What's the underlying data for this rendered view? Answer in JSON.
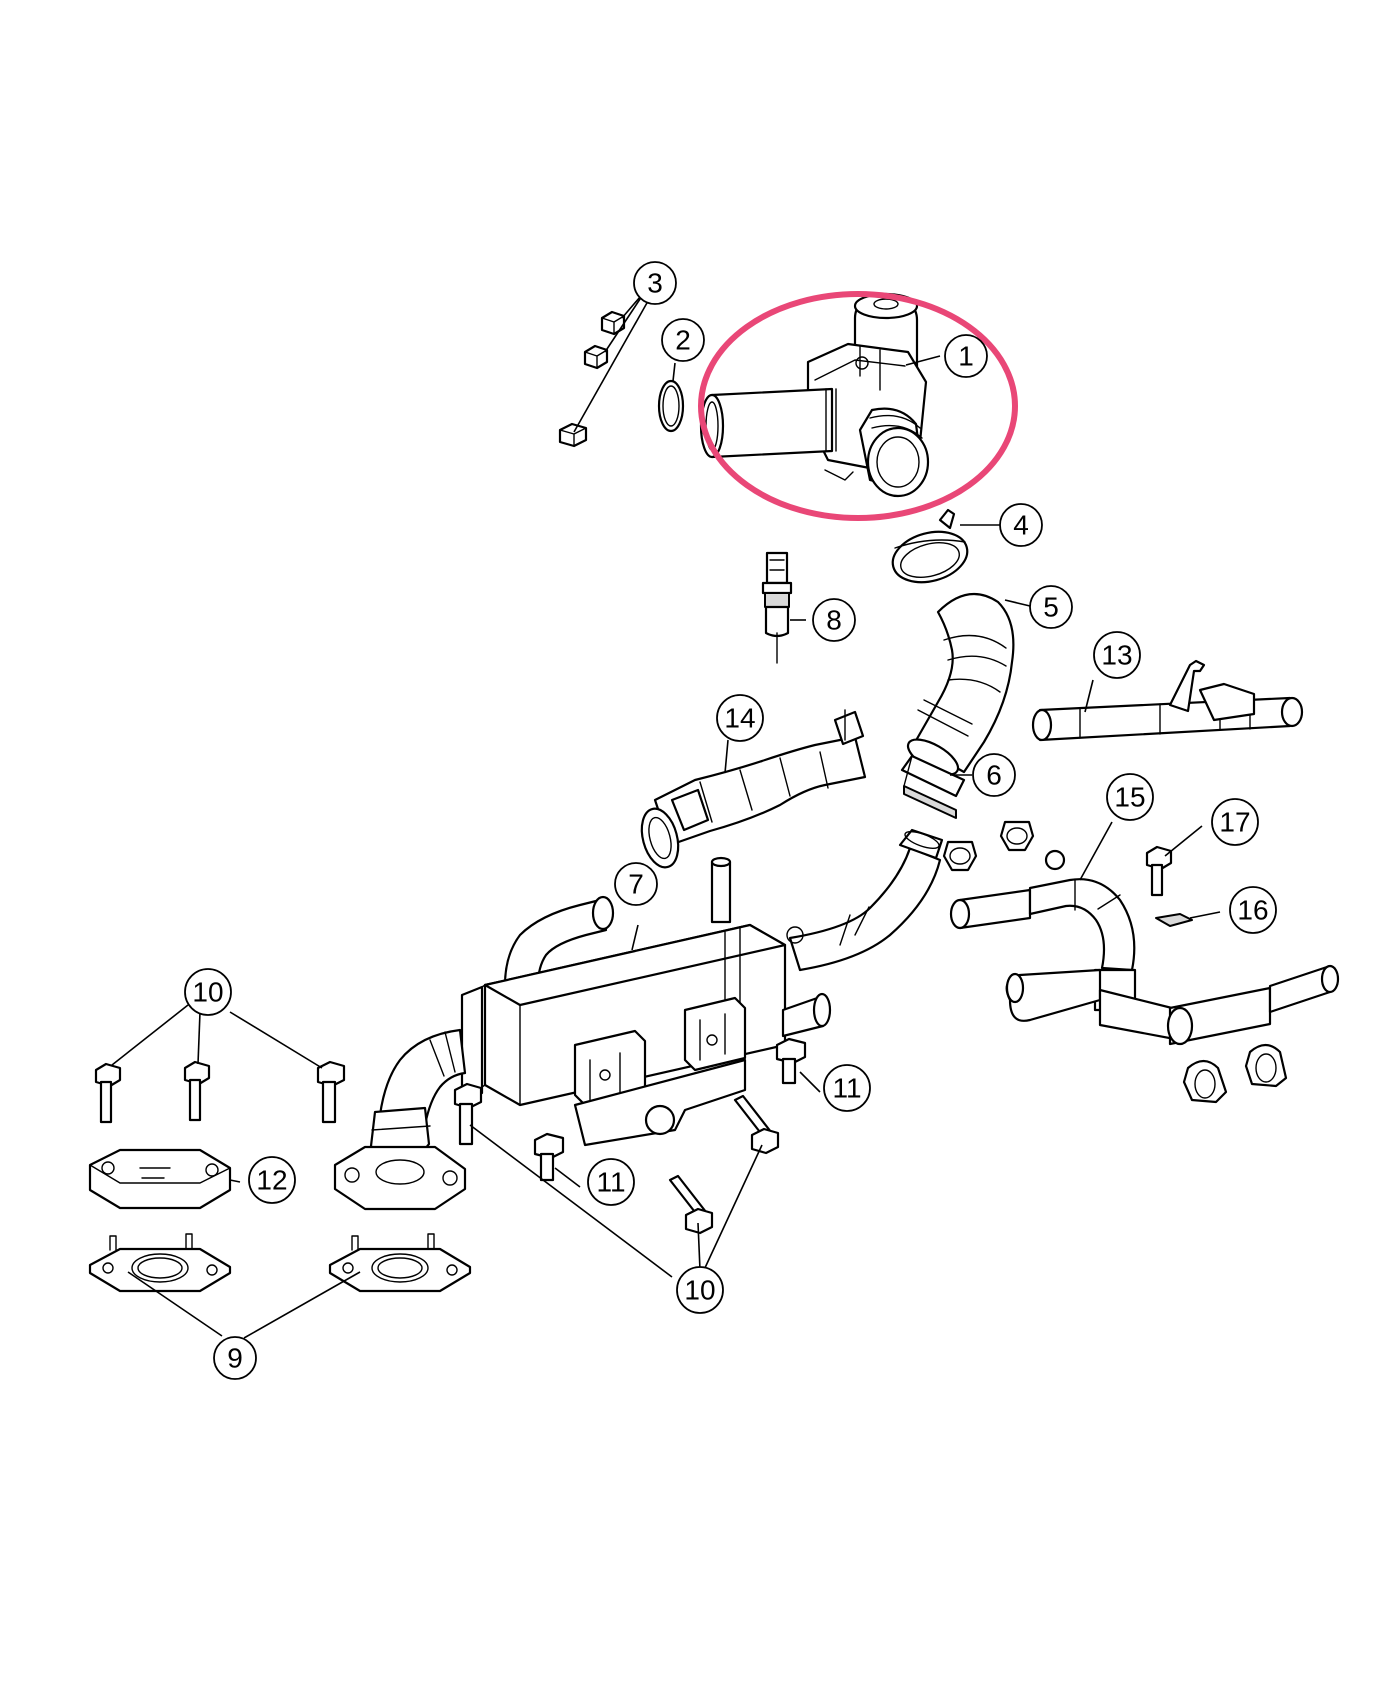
{
  "highlight_color": "#e94777",
  "callouts": [
    {
      "id": "c1",
      "label": "1"
    },
    {
      "id": "c2",
      "label": "2"
    },
    {
      "id": "c3",
      "label": "3"
    },
    {
      "id": "c4",
      "label": "4"
    },
    {
      "id": "c5",
      "label": "5"
    },
    {
      "id": "c6",
      "label": "6"
    },
    {
      "id": "c7",
      "label": "7"
    },
    {
      "id": "c8",
      "label": "8"
    },
    {
      "id": "c9",
      "label": "9"
    },
    {
      "id": "c10a",
      "label": "10"
    },
    {
      "id": "c10b",
      "label": "10"
    },
    {
      "id": "c11a",
      "label": "11"
    },
    {
      "id": "c11b",
      "label": "11"
    },
    {
      "id": "c12",
      "label": "12"
    },
    {
      "id": "c13",
      "label": "13"
    },
    {
      "id": "c14",
      "label": "14"
    },
    {
      "id": "c15",
      "label": "15"
    },
    {
      "id": "c16",
      "label": "16"
    },
    {
      "id": "c17",
      "label": "17"
    }
  ]
}
